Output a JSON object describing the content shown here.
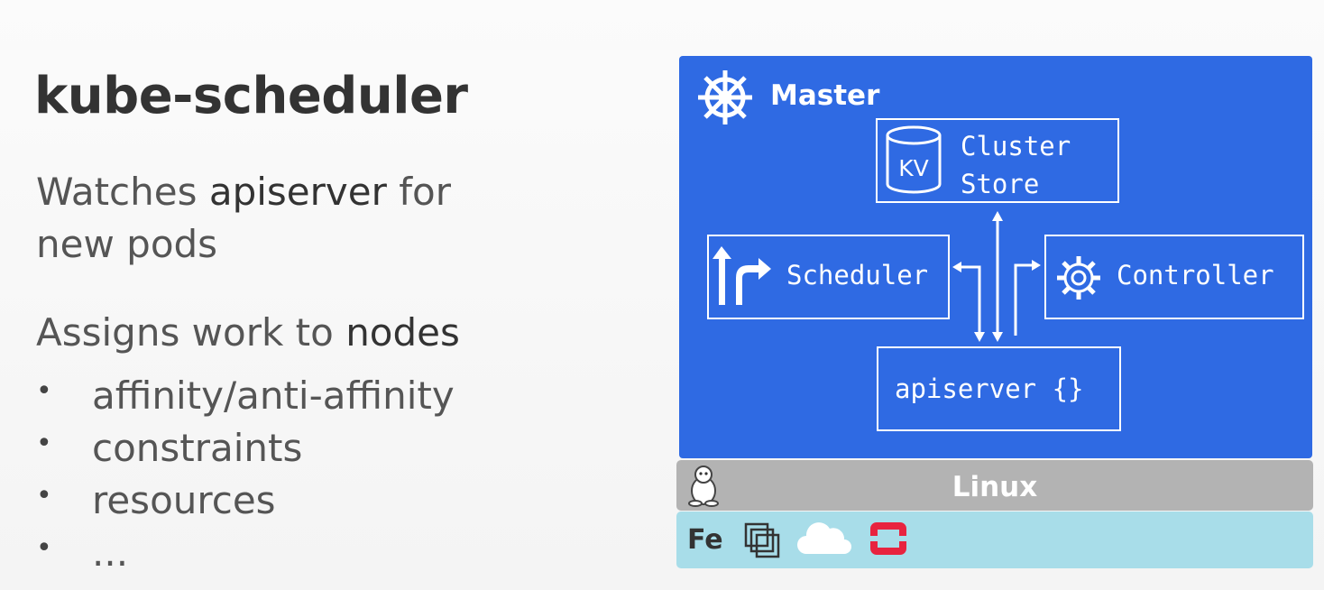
{
  "slide": {
    "title": "kube-scheduler",
    "para1": {
      "w1": "Watches ",
      "w2": "apiserver",
      "w3": " for",
      "w4": "new pods"
    },
    "para2": {
      "w1": "Assigns work to ",
      "w2": "nodes"
    },
    "bullets": [
      {
        "dot": "•",
        "text": "affinity/anti-affinity"
      },
      {
        "dot": "•",
        "text": "constraints"
      },
      {
        "dot": "•",
        "text": "resources"
      },
      {
        "dot": "•",
        "text": "..."
      }
    ]
  },
  "diagram": {
    "master_label": "Master",
    "cluster_store": {
      "kv": "KV",
      "line1": "Cluster",
      "line2": "Store"
    },
    "scheduler": "Scheduler",
    "controller": "Controller",
    "apiserver": "apiserver {}",
    "linux": "Linux",
    "infra_label": "Fe",
    "icons": [
      "kubernetes-wheel-icon",
      "database-icon",
      "route-arrows-icon",
      "gear-icon",
      "tux-penguin-icon",
      "vmware-icon",
      "cloud-icon",
      "openshift-icon"
    ],
    "colors": {
      "master": "#2f6ae3",
      "linux": "#b3b3b3",
      "infra": "#a8dde9",
      "openshift": "#e8233f"
    }
  }
}
